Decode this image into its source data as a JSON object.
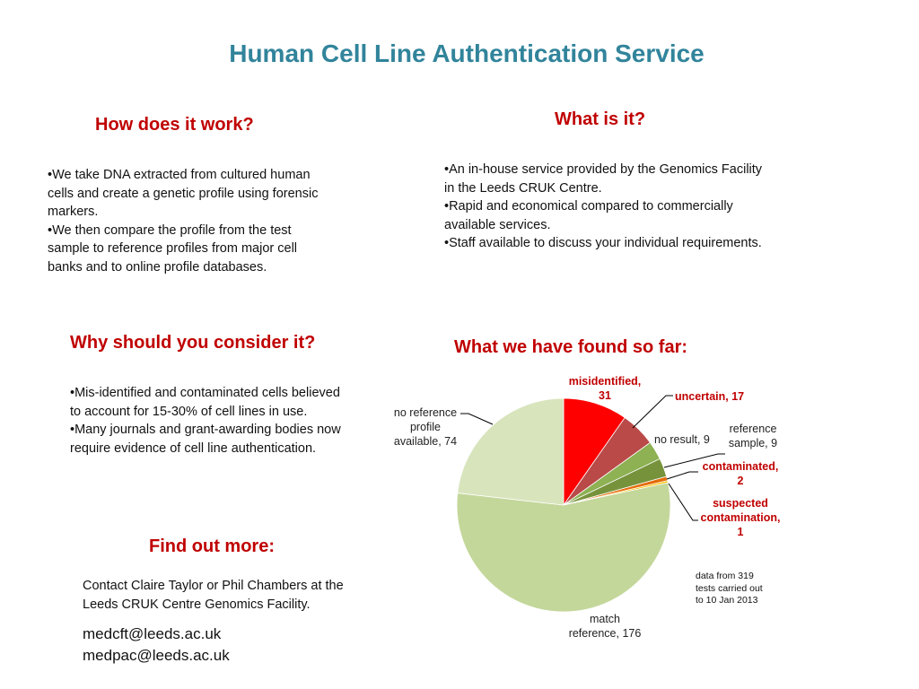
{
  "title": "Human Cell Line Authentication Service",
  "how": {
    "heading": "How does it work?",
    "bullets": [
      "•We take DNA extracted from cultured human cells and  create a genetic profile using forensic markers.",
      "•We then compare the profile from the test sample to reference profiles from major cell banks and to online profile databases."
    ]
  },
  "what": {
    "heading": "What is it?",
    "bullets": [
      "•An in-house service provided by the Genomics Facility in the Leeds CRUK Centre.",
      "•Rapid and economical compared to commercially available services.",
      "•Staff available to discuss your individual requirements."
    ]
  },
  "why": {
    "heading": "Why should you consider it?",
    "bullets": [
      "•Mis-identified and contaminated cells believed to account for 15-30% of cell lines in use.",
      "•Many journals and grant-awarding bodies now require evidence of cell line authentication."
    ]
  },
  "more": {
    "heading": "Find out more:",
    "contact": "Contact Claire Taylor or Phil Chambers at the Leeds CRUK Centre Genomics Facility.",
    "emails": [
      "medcft@leeds.ac.uk",
      "medpac@leeds.ac.uk"
    ]
  },
  "found": {
    "heading": "What we have found so far:",
    "note": "data from 319 tests carried out to 10 Jan 2013",
    "labels": {
      "misidentified": [
        "misidentified,",
        "31"
      ],
      "uncertain": [
        "uncertain, 17"
      ],
      "no_result": [
        "no result, 9"
      ],
      "reference_sample": [
        "reference",
        "sample, 9"
      ],
      "contaminated": [
        "contaminated,",
        "2"
      ],
      "suspected": [
        "suspected",
        "contamination,",
        "1"
      ],
      "match": [
        "match",
        "reference, 176"
      ],
      "no_reference": [
        "no reference",
        "profile",
        "available, 74"
      ]
    }
  },
  "chart_data": {
    "type": "pie",
    "title": "What we have found so far:",
    "categories": [
      "misidentified",
      "uncertain",
      "no result",
      "reference sample",
      "contaminated",
      "suspected contamination",
      "match reference",
      "no reference profile available"
    ],
    "values": [
      31,
      17,
      9,
      9,
      2,
      1,
      176,
      74
    ],
    "colors": [
      "#ff0000",
      "#b94a48",
      "#8db153",
      "#76933c",
      "#e46c0a",
      "#ffc000",
      "#c4d79b",
      "#d8e4bc"
    ],
    "total": 319,
    "start_angle_deg": 0,
    "direction": "clockwise",
    "annotation": "data from 319 tests carried out to 10 Jan 2013"
  }
}
